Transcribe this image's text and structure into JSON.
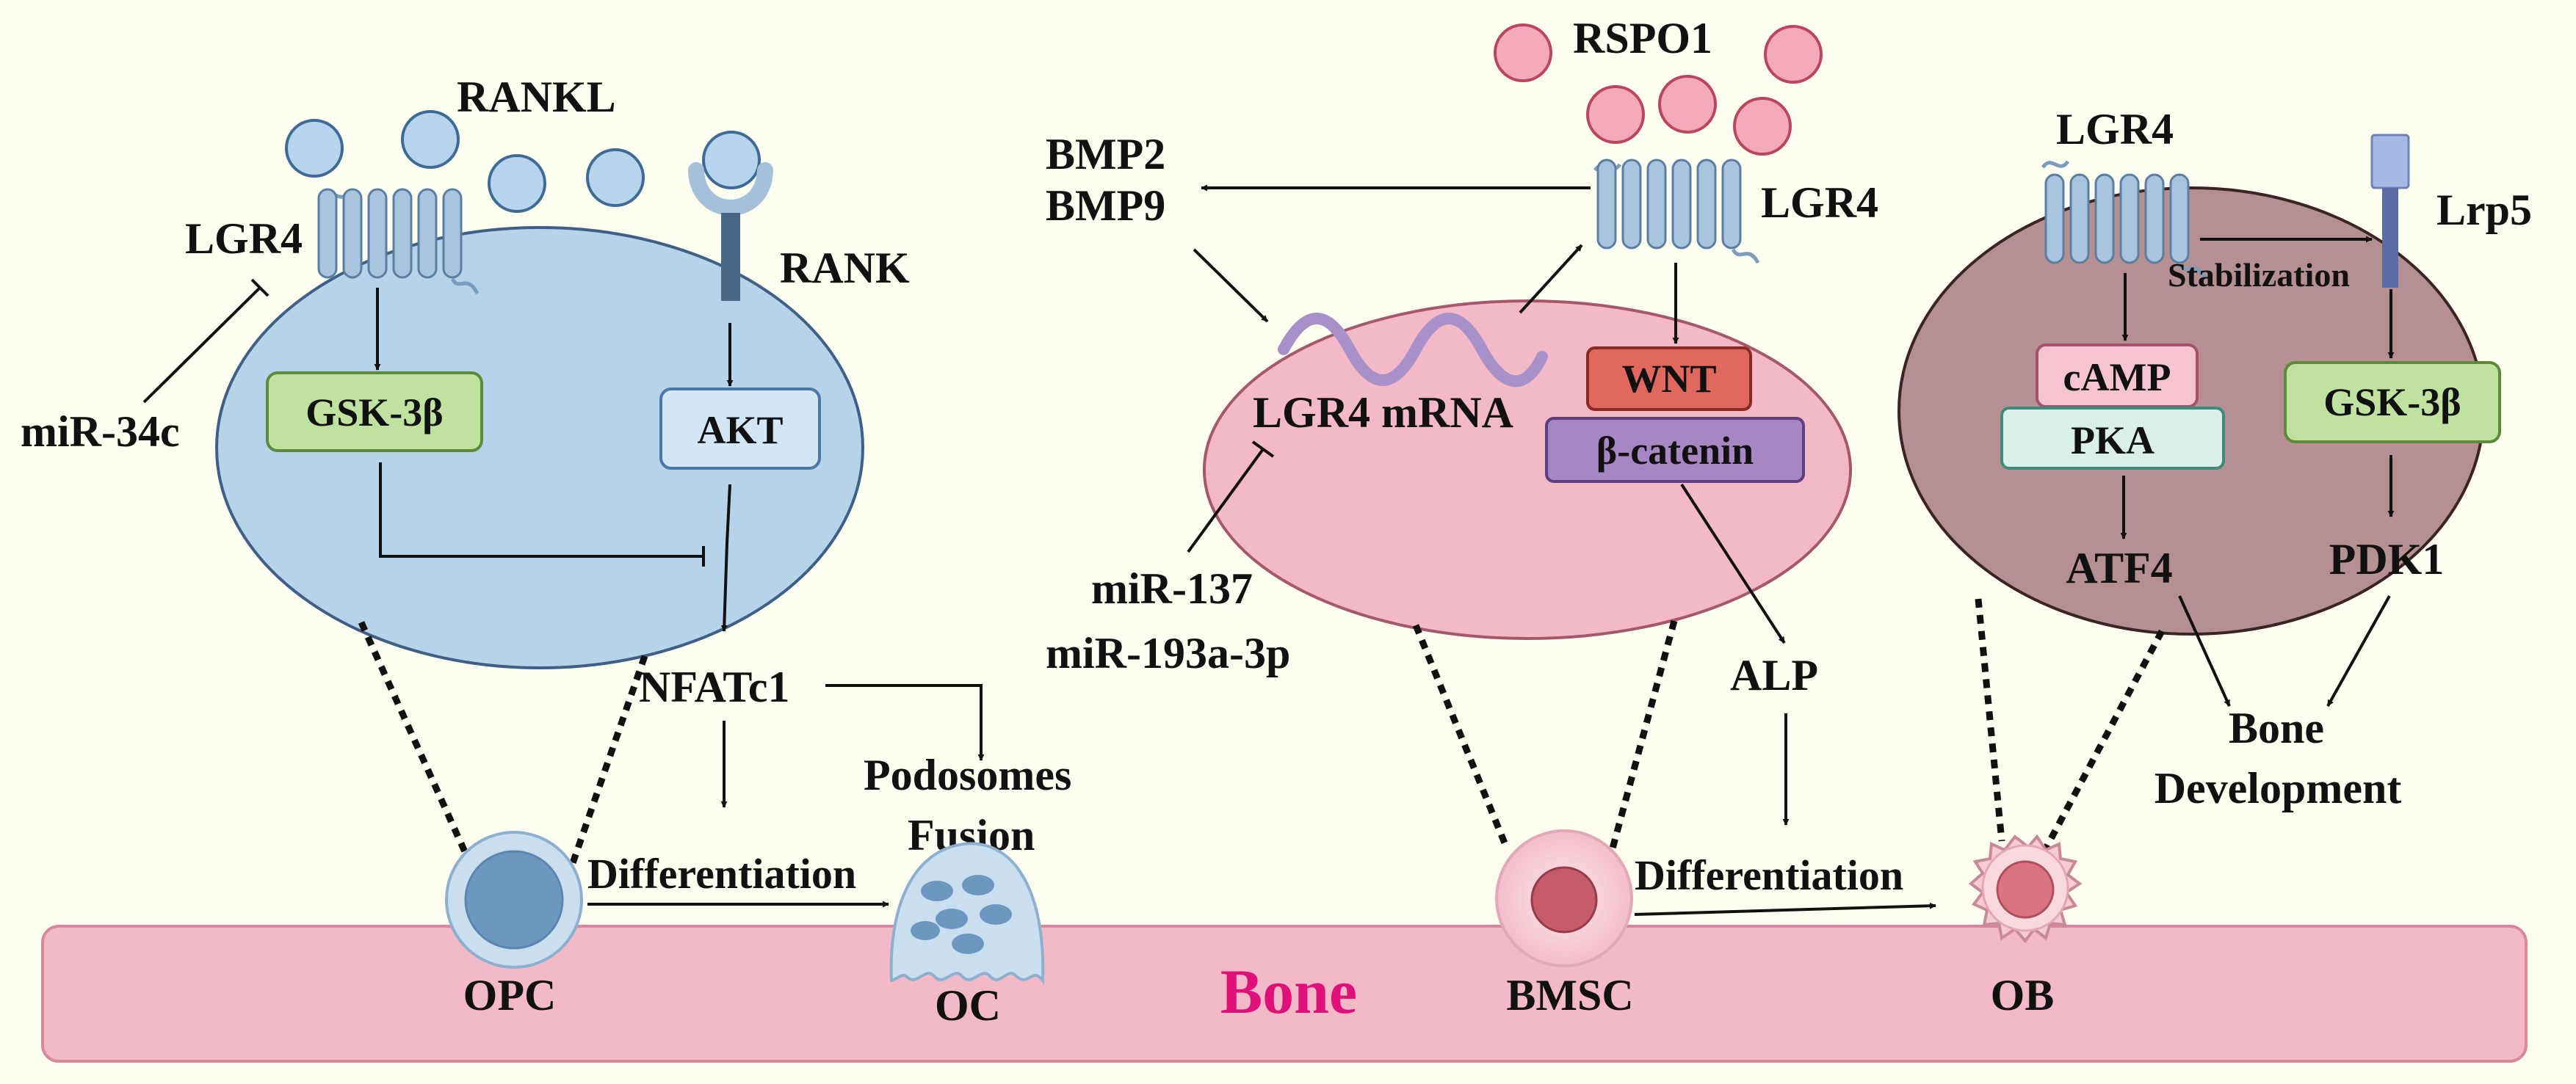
{
  "colors": {
    "background": "#fdfdf0",
    "bone": "#f3b9c6",
    "opc_ellipse": "#b7d3ea",
    "bmsc_ellipse": "#f3b9c6",
    "ob_ellipse": "#b58f91",
    "receptor": "#a9c4de",
    "rspo1": "#f2a9b9",
    "bone_text": "#e0107a"
  },
  "labels": {
    "rankl": "RANKL",
    "lgr4_left": "LGR4",
    "rank": "RANK",
    "mir34c": "miR-34c",
    "gsk3b_left": "GSK-3β",
    "akt": "AKT",
    "nfatc1": "NFATc1",
    "podosomes": "Podosomes",
    "fusion": "Fusion",
    "differentiation_left": "Differentiation",
    "opc": "OPC",
    "oc": "OC",
    "bone": "Bone",
    "rspo1": "RSPO1",
    "bmp2": "BMP2",
    "bmp9": "BMP9",
    "lgr4_mid": "LGR4",
    "lgr4_mrna": "LGR4 mRNA",
    "wnt": "WNT",
    "beta_catenin": "β-catenin",
    "mir137": "miR-137",
    "mir193": "miR-193a-3p",
    "alp": "ALP",
    "bmsc": "BMSC",
    "differentiation_right": "Differentiation",
    "ob": "OB",
    "lgr4_right": "LGR4",
    "lrp5": "Lrp5",
    "stabilization": "Stabilization",
    "camp": "cAMP",
    "pka": "PKA",
    "gsk3b_right": "GSK-3β",
    "atf4": "ATF4",
    "pdk1": "PDK1",
    "bone_dev_1": "Bone",
    "bone_dev_2": "Development"
  }
}
